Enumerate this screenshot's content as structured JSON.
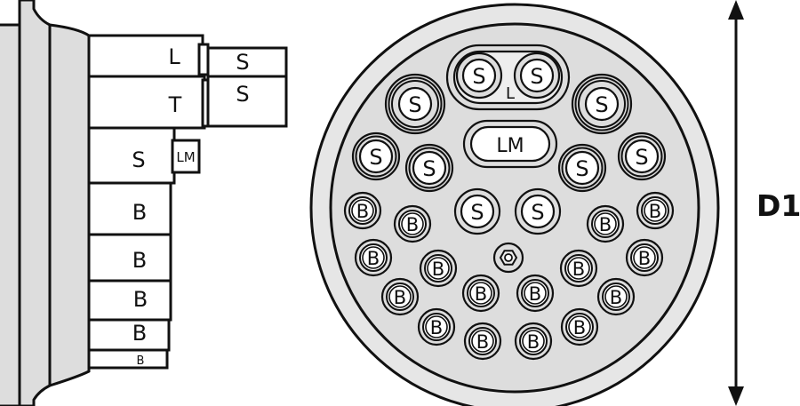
{
  "side_view": {
    "blocks": [
      {
        "label": "L"
      },
      {
        "label": "T"
      },
      {
        "label": "S"
      },
      {
        "label": "B"
      },
      {
        "label": "B"
      },
      {
        "label": "B"
      },
      {
        "label": "B"
      },
      {
        "label": "B"
      }
    ],
    "tips": [
      {
        "label": "S"
      },
      {
        "label": "S"
      },
      {
        "label": "LM"
      }
    ]
  },
  "front_view": {
    "s_label": "S",
    "b_label": "B",
    "lm_label": "LM",
    "l_label": "L"
  },
  "dimension": {
    "label": "D1"
  }
}
